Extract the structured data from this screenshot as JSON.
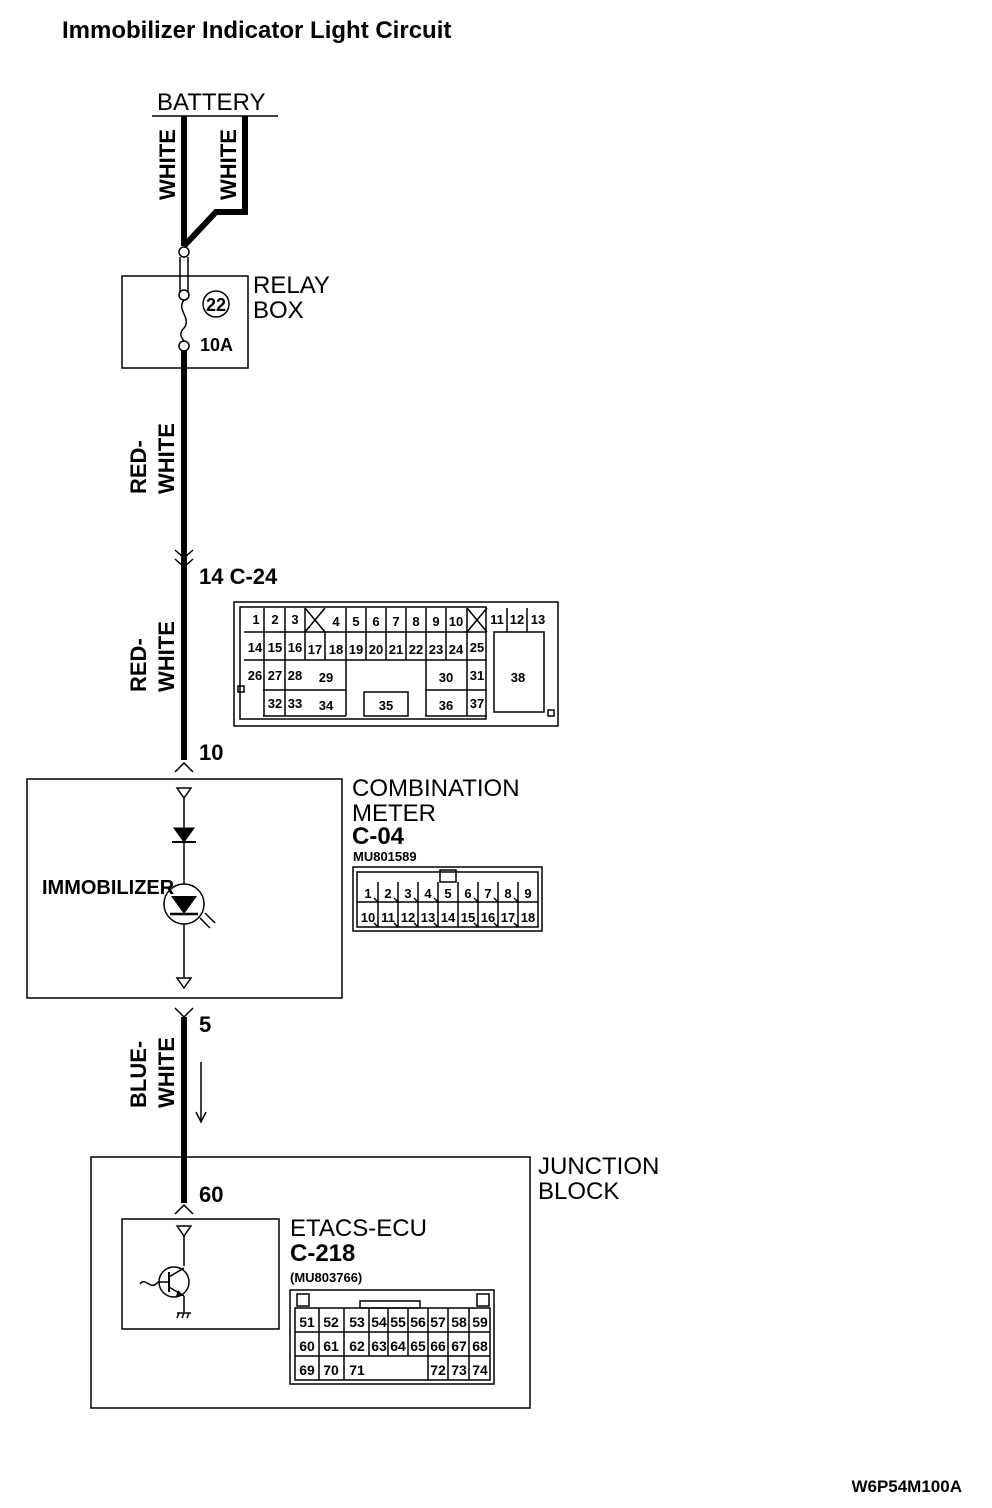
{
  "title": "Immobilizer Indicator Light Circuit",
  "battery": {
    "label": "BATTERY",
    "wire_left": "WHITE",
    "wire_right": "WHITE"
  },
  "relay_box": {
    "line1": "RELAY",
    "line2": "BOX",
    "fuse_number": "22",
    "fuse_rating": "10A"
  },
  "wire1": {
    "line1": "RED-",
    "line2": "WHITE"
  },
  "connector_c24": {
    "label": "14 C-24",
    "row1": [
      "1",
      "2",
      "3",
      "4",
      "5",
      "6",
      "7",
      "8",
      "9",
      "10",
      "11",
      "12",
      "13"
    ],
    "row2": [
      "14",
      "15",
      "16",
      "17",
      "18",
      "19",
      "20",
      "21",
      "22",
      "23",
      "24",
      "25"
    ],
    "row3": [
      "26",
      "27",
      "28",
      "29",
      "30",
      "31",
      "38"
    ],
    "row4": [
      "32",
      "33",
      "34",
      "35",
      "36",
      "37"
    ]
  },
  "wire2": {
    "line1": "RED-",
    "line2": "WHITE"
  },
  "pin_10": "10",
  "combination_meter": {
    "line1": "COMBINATION",
    "line2": "METER",
    "connector": "C-04",
    "part_number": "MU801589",
    "indicator_label": "IMMOBILIZER",
    "row1": [
      "1",
      "2",
      "3",
      "4",
      "5",
      "6",
      "7",
      "8",
      "9"
    ],
    "row2": [
      "10",
      "11",
      "12",
      "13",
      "14",
      "15",
      "16",
      "17",
      "18"
    ]
  },
  "pin_5": "5",
  "wire3": {
    "line1": "BLUE-",
    "line2": "WHITE"
  },
  "junction_block": {
    "line1": "JUNCTION",
    "line2": "BLOCK",
    "pin": "60",
    "ecu_label": "ETACS-ECU",
    "connector": "C-218",
    "part_number": "(MU803766)",
    "row1": [
      "51",
      "52",
      "53",
      "54",
      "55",
      "56",
      "57",
      "58",
      "59"
    ],
    "row2": [
      "60",
      "61",
      "62",
      "63",
      "64",
      "65",
      "66",
      "67",
      "68"
    ],
    "row3": [
      "69",
      "70",
      "71",
      "72",
      "73",
      "74"
    ]
  },
  "figure_code": "W6P54M100A"
}
